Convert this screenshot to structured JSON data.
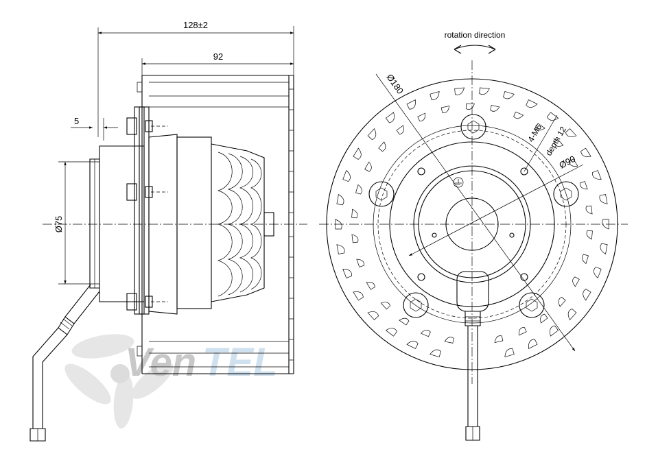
{
  "side_view": {
    "overall_length": "128±2",
    "wheel_width": "92",
    "flange_offset": "5",
    "hub_diameter": "Ø75"
  },
  "front_view": {
    "rotation_label": "rotation direction",
    "outer_diameter": "Ø180",
    "bolt_circle": "Ø90",
    "thread": "4-M6",
    "thread_depth": "depth 12"
  },
  "watermark": {
    "brand_dark": "Ven",
    "brand_accent": "TEL",
    "color_dark": "#c8c8c8",
    "color_accent": "#cfe0ee"
  }
}
